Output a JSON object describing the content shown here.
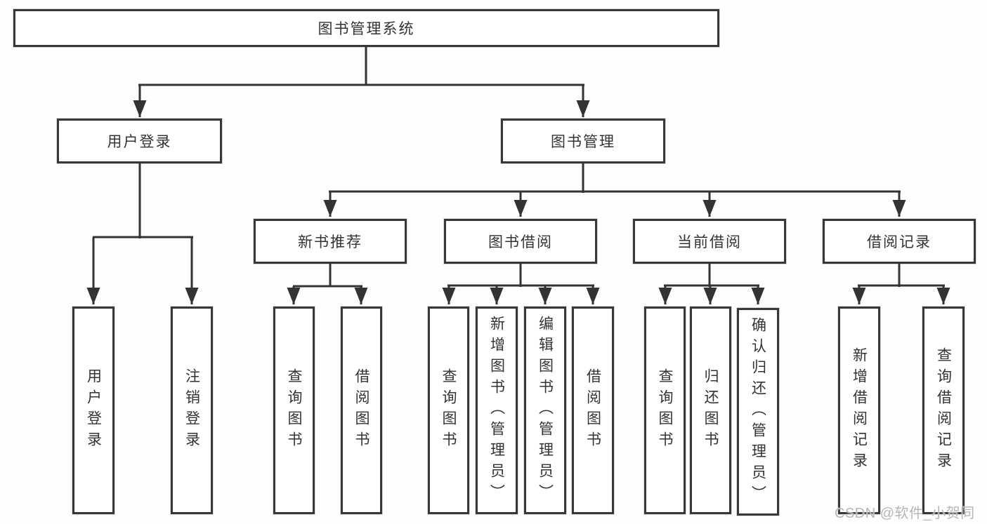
{
  "diagram_title": "图书管理系统",
  "tree": {
    "root": "图书管理系统",
    "children": [
      {
        "label": "用户登录",
        "children": [
          {
            "label": "用户登录"
          },
          {
            "label": "注销登录"
          }
        ]
      },
      {
        "label": "图书管理",
        "children": [
          {
            "label": "新书推荐",
            "children": [
              {
                "label": "查询图书"
              },
              {
                "label": "借阅图书"
              }
            ]
          },
          {
            "label": "图书借阅",
            "children": [
              {
                "label": "查询图书"
              },
              {
                "label": "新增图书（管理员）"
              },
              {
                "label": "编辑图书（管理员）"
              },
              {
                "label": "借阅图书"
              }
            ]
          },
          {
            "label": "当前借阅",
            "children": [
              {
                "label": "查询图书"
              },
              {
                "label": "归还图书"
              },
              {
                "label": "确认归还（管理员）"
              }
            ]
          },
          {
            "label": "借阅记录",
            "children": [
              {
                "label": "新增借阅记录"
              },
              {
                "label": "查询借阅记录"
              }
            ]
          }
        ]
      }
    ]
  },
  "watermark": "CSDN @软件_小贺同学",
  "colors": {
    "line": "#333333",
    "box_border": "#373737",
    "text": "#333333",
    "background": "#ffffff",
    "watermark": "#b6b6ba"
  }
}
